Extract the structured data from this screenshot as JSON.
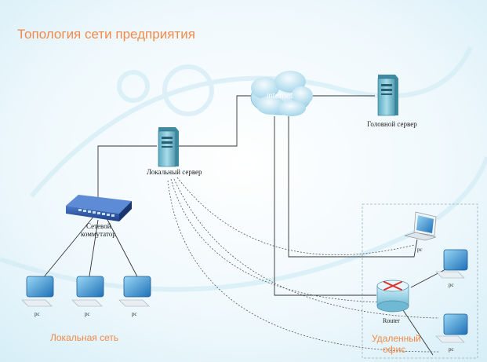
{
  "title": "Топология сети предприятия",
  "nodes": {
    "internet": "internet",
    "head_server": "Головной сервер",
    "local_server": "Локальный сервер",
    "switch_line1": "Сетевой",
    "switch_line2": "коммутатор",
    "router": "Router",
    "pc": "pc"
  },
  "areas": {
    "local_network": "Локальная сеть",
    "remote_office_line1": "Удаленный",
    "remote_office_line2": "офис"
  },
  "colors": {
    "title": "#f08a4b",
    "area_label": "#f08a4b",
    "link": "#333333",
    "dotted_link": "#555555",
    "cloud": "#b9e3f2",
    "server": "#7fc4d6",
    "switch": "#2a55a8",
    "monitor": "#3a8fd0",
    "router": "#8fcfe6",
    "router_mark": "#e0302a"
  }
}
